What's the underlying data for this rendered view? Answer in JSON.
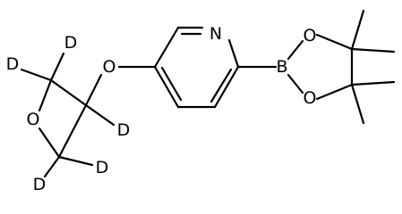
{
  "molecule": {
    "atoms": {
      "nitrogen": "N",
      "boron": "B",
      "ether_oxygen": "O",
      "oxetane_oxygen": "O",
      "boronate_oxygen_top": "O",
      "boronate_oxygen_bottom": "O"
    },
    "deuterium_labels": [
      "D",
      "D",
      "D",
      "D",
      "D"
    ]
  }
}
